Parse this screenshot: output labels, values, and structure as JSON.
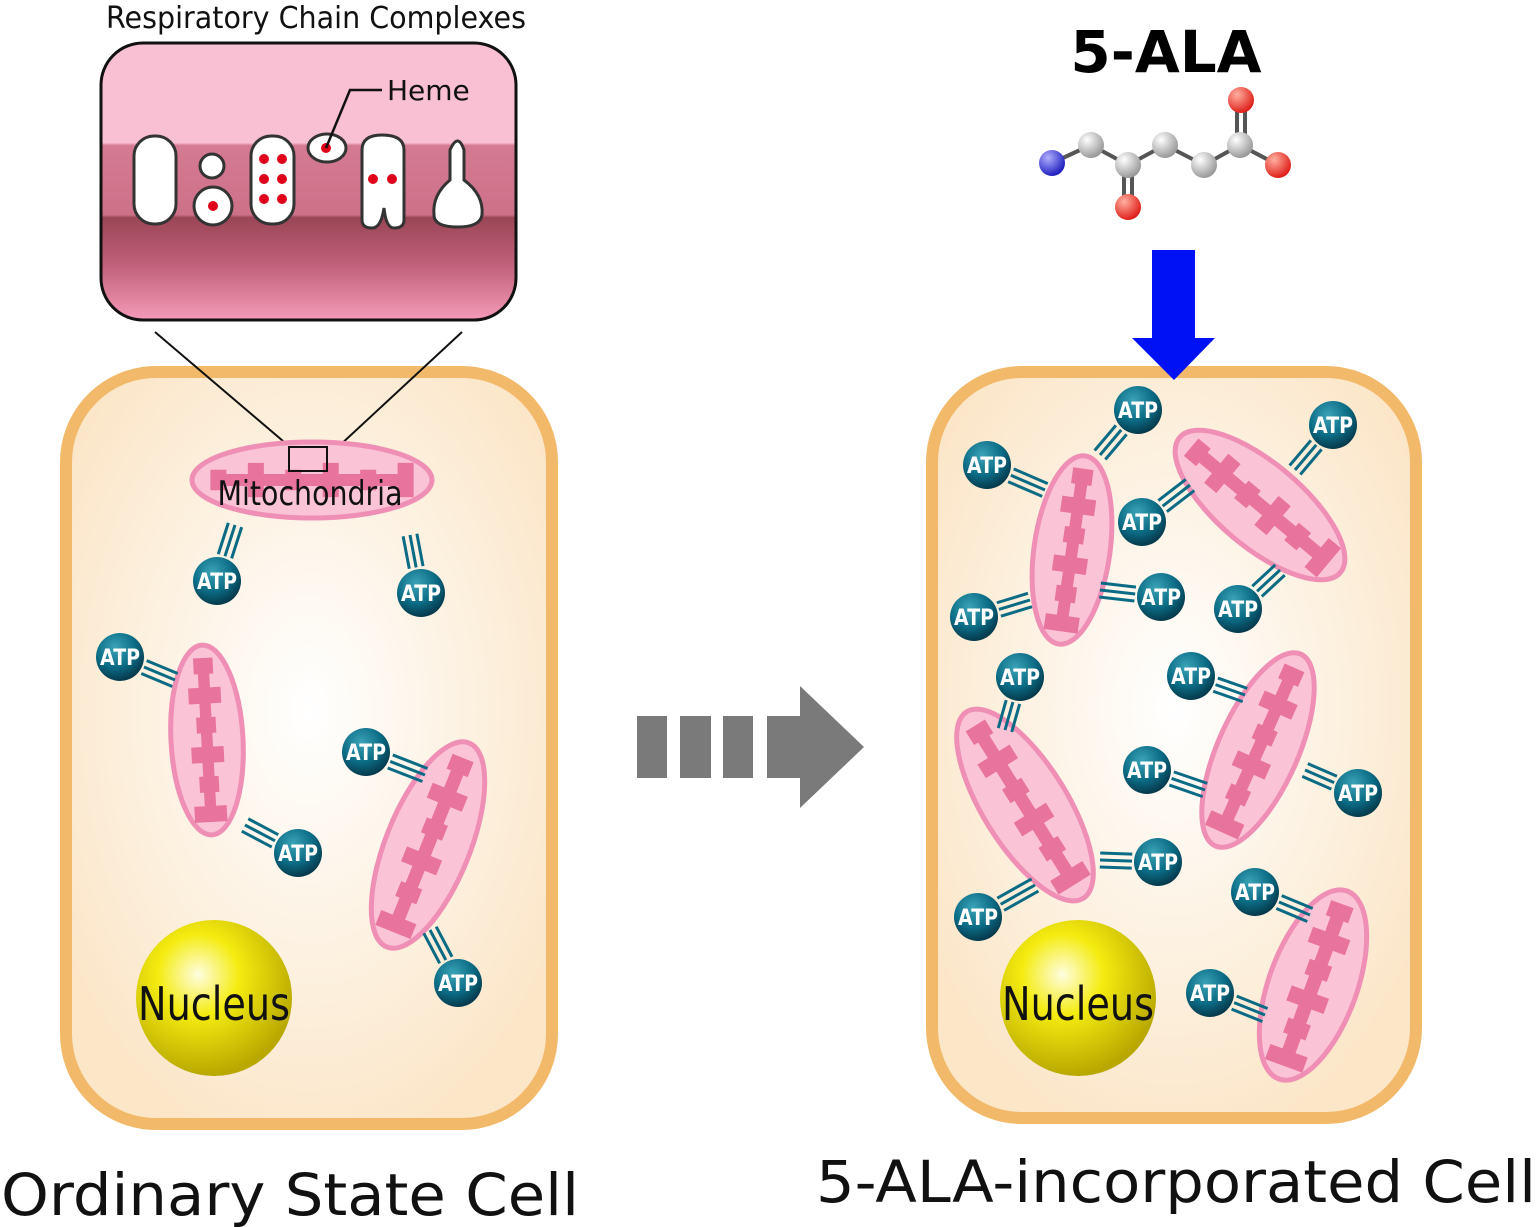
{
  "inset": {
    "title": "Respiratory Chain Complexes",
    "heme_label": "Heme"
  },
  "left_cell": {
    "caption": "Ordinary State Cell",
    "mitochondria_label": "Mitochondria",
    "nucleus_label": "Nucleus"
  },
  "right_cell": {
    "caption": "5-ALA-incorporated Cell",
    "nucleus_label": "Nucleus"
  },
  "compound": {
    "label": "5-ALA"
  },
  "atp_label": "ATP",
  "colors": {
    "cell_border": "#f3b96a",
    "cell_fill": "#fdf0dc",
    "mitochondria": "#ef8fb5",
    "atp": "#0b6b84",
    "nucleus": "#f1e80a",
    "arrow_blue": "#0012f5",
    "arrow_gray": "#7a7a7a",
    "heme": "#e0001a"
  }
}
